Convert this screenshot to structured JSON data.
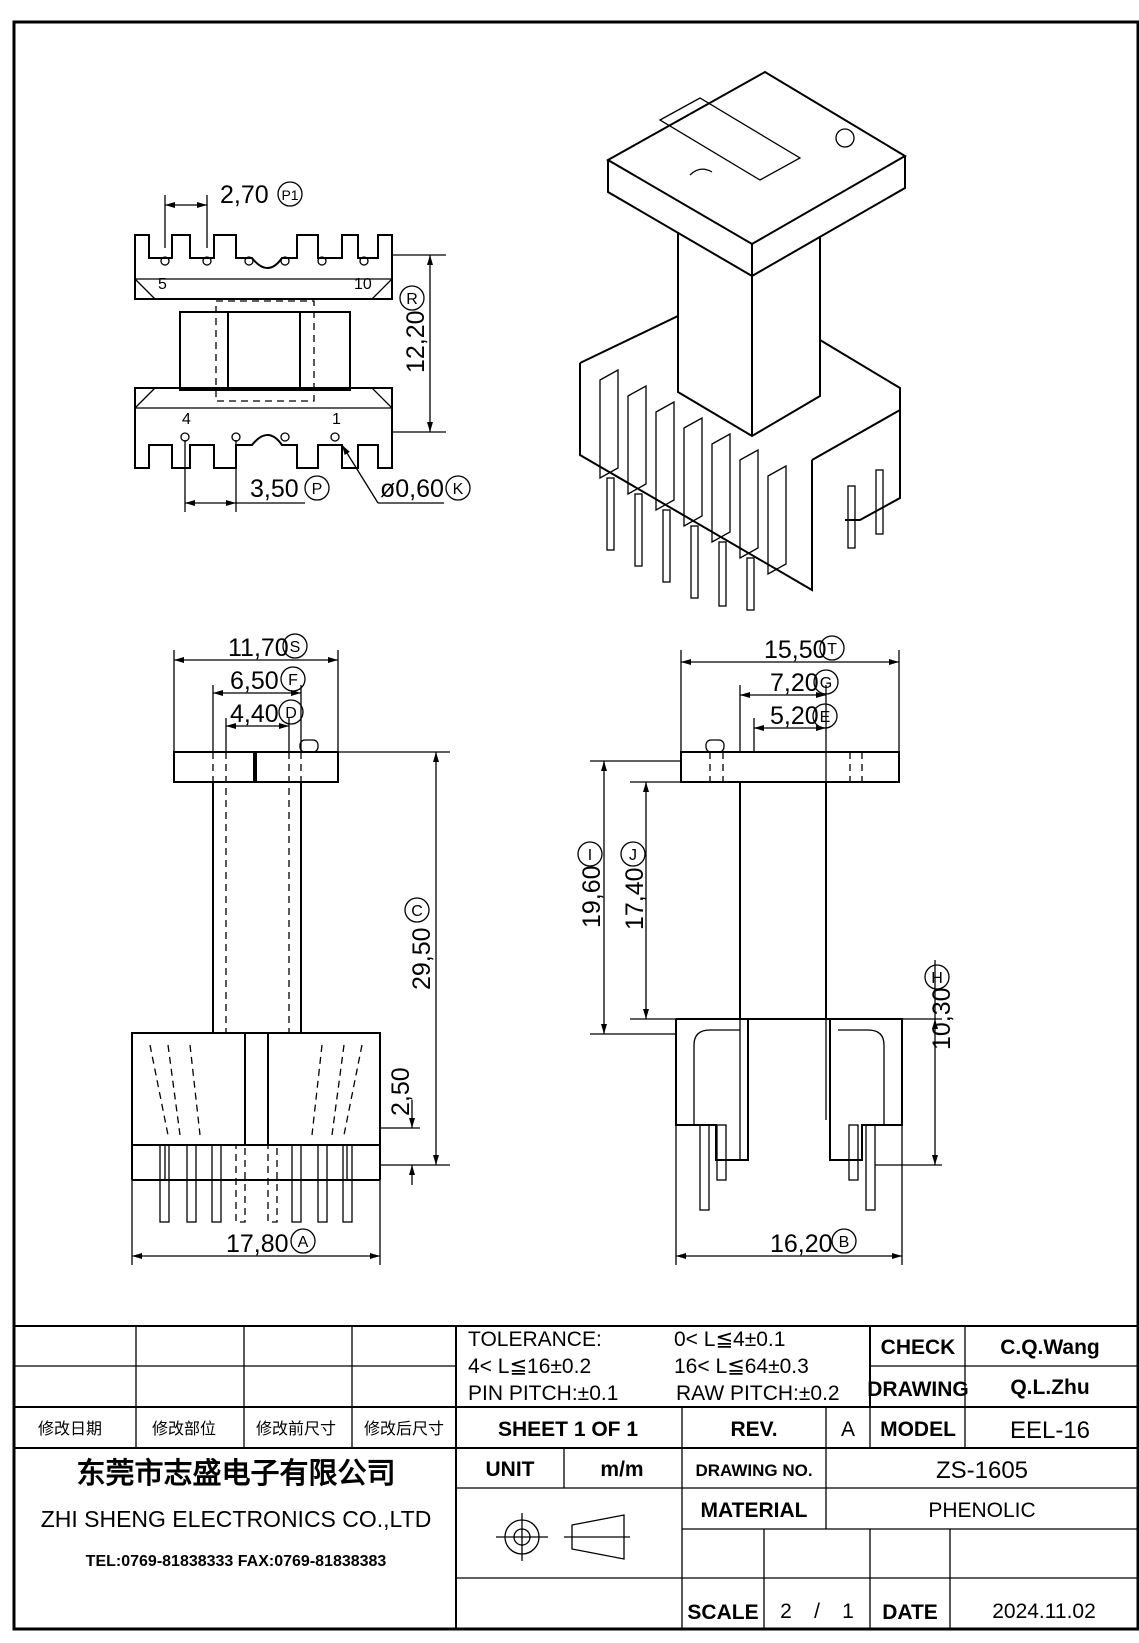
{
  "dimensions": {
    "p1": "2,70",
    "p1_tag": "P1",
    "r": "12,20",
    "r_tag": "R",
    "p": "3,50",
    "p_tag": "P",
    "k": "ø0,60",
    "k_tag": "K",
    "s": "11,70",
    "s_tag": "S",
    "f": "6,50",
    "f_tag": "F",
    "d": "4,40",
    "d_tag": "D",
    "c": "29,50",
    "c_tag": "C",
    "base": "2,50",
    "a": "17,80",
    "a_tag": "A",
    "t": "15,50",
    "t_tag": "T",
    "g": "7,20",
    "g_tag": "G",
    "e": "5,20",
    "e_tag": "E",
    "i": "19,60",
    "i_tag": "I",
    "j": "17,40",
    "j_tag": "J",
    "h": "10,30",
    "h_tag": "H",
    "b": "16,20",
    "b_tag": "B"
  },
  "pins": {
    "p5": "5",
    "p10": "10",
    "p4": "4",
    "p1": "1"
  },
  "title_block": {
    "tolerance": "TOLERANCE:",
    "tol_1": "0< L≦4±0.1",
    "tol_2": "4< L≦16±0.2",
    "tol_3": "16< L≦64±0.3",
    "pin_pitch": "PIN PITCH:±0.1",
    "raw_pitch": "RAW PITCH:±0.2",
    "check_label": "CHECK",
    "check_value": "C.Q.Wang",
    "drawing_label": "DRAWING",
    "drawing_value": "Q.L.Zhu",
    "rev_date": "修改日期",
    "rev_part": "修改部位",
    "rev_before": "修改前尺寸",
    "rev_after": "修改后尺寸",
    "sheet": "SHEET 1 OF 1",
    "rev_label": "REV.",
    "rev_value": "A",
    "model_label": "MODEL",
    "model_value": "EEL-16",
    "company_cn": "东莞市志盛电子有限公司",
    "company_en": "ZHI SHENG ELECTRONICS CO.,LTD",
    "contact": "TEL:0769-81838333 FAX:0769-81838383",
    "unit_label": "UNIT",
    "unit_value": "m/m",
    "drawing_no_label": "DRAWING NO.",
    "drawing_no_value": "ZS-1605",
    "material_label": "MATERIAL",
    "material_value": "PHENOLIC",
    "scale_label": "SCALE",
    "scale_num": "2",
    "scale_sep": "/",
    "scale_den": "1",
    "date_label": "DATE",
    "date_value": "2024.11.02"
  }
}
